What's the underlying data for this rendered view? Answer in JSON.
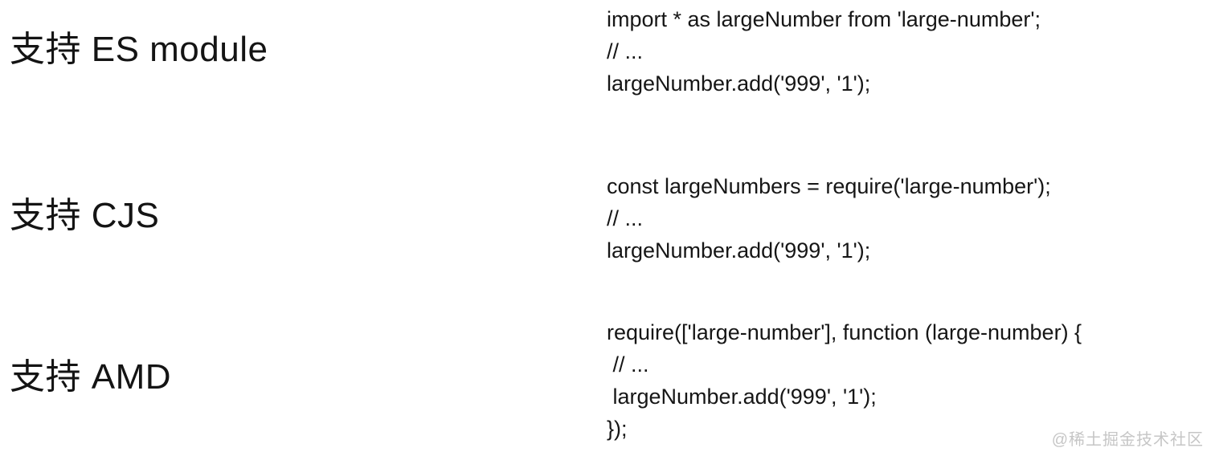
{
  "page": {
    "background": "#ffffff",
    "text_color": "#111111"
  },
  "sections": [
    {
      "label": "支持 ES module",
      "code_lines": [
        "import * as largeNumber from 'large-number';",
        "// ...",
        "largeNumber.add('999', '1');"
      ]
    },
    {
      "label": "支持 CJS",
      "code_lines": [
        "const largeNumbers = require('large-number');",
        "// ...",
        "largeNumber.add('999', '1');"
      ]
    },
    {
      "label": "支持 AMD",
      "code_lines": [
        "require(['large-number'], function (large-number) {",
        " // ...",
        " largeNumber.add('999', '1');",
        "});"
      ]
    }
  ],
  "watermark": {
    "text": "@稀土掘金技术社区",
    "color": "#c6c6c6"
  }
}
